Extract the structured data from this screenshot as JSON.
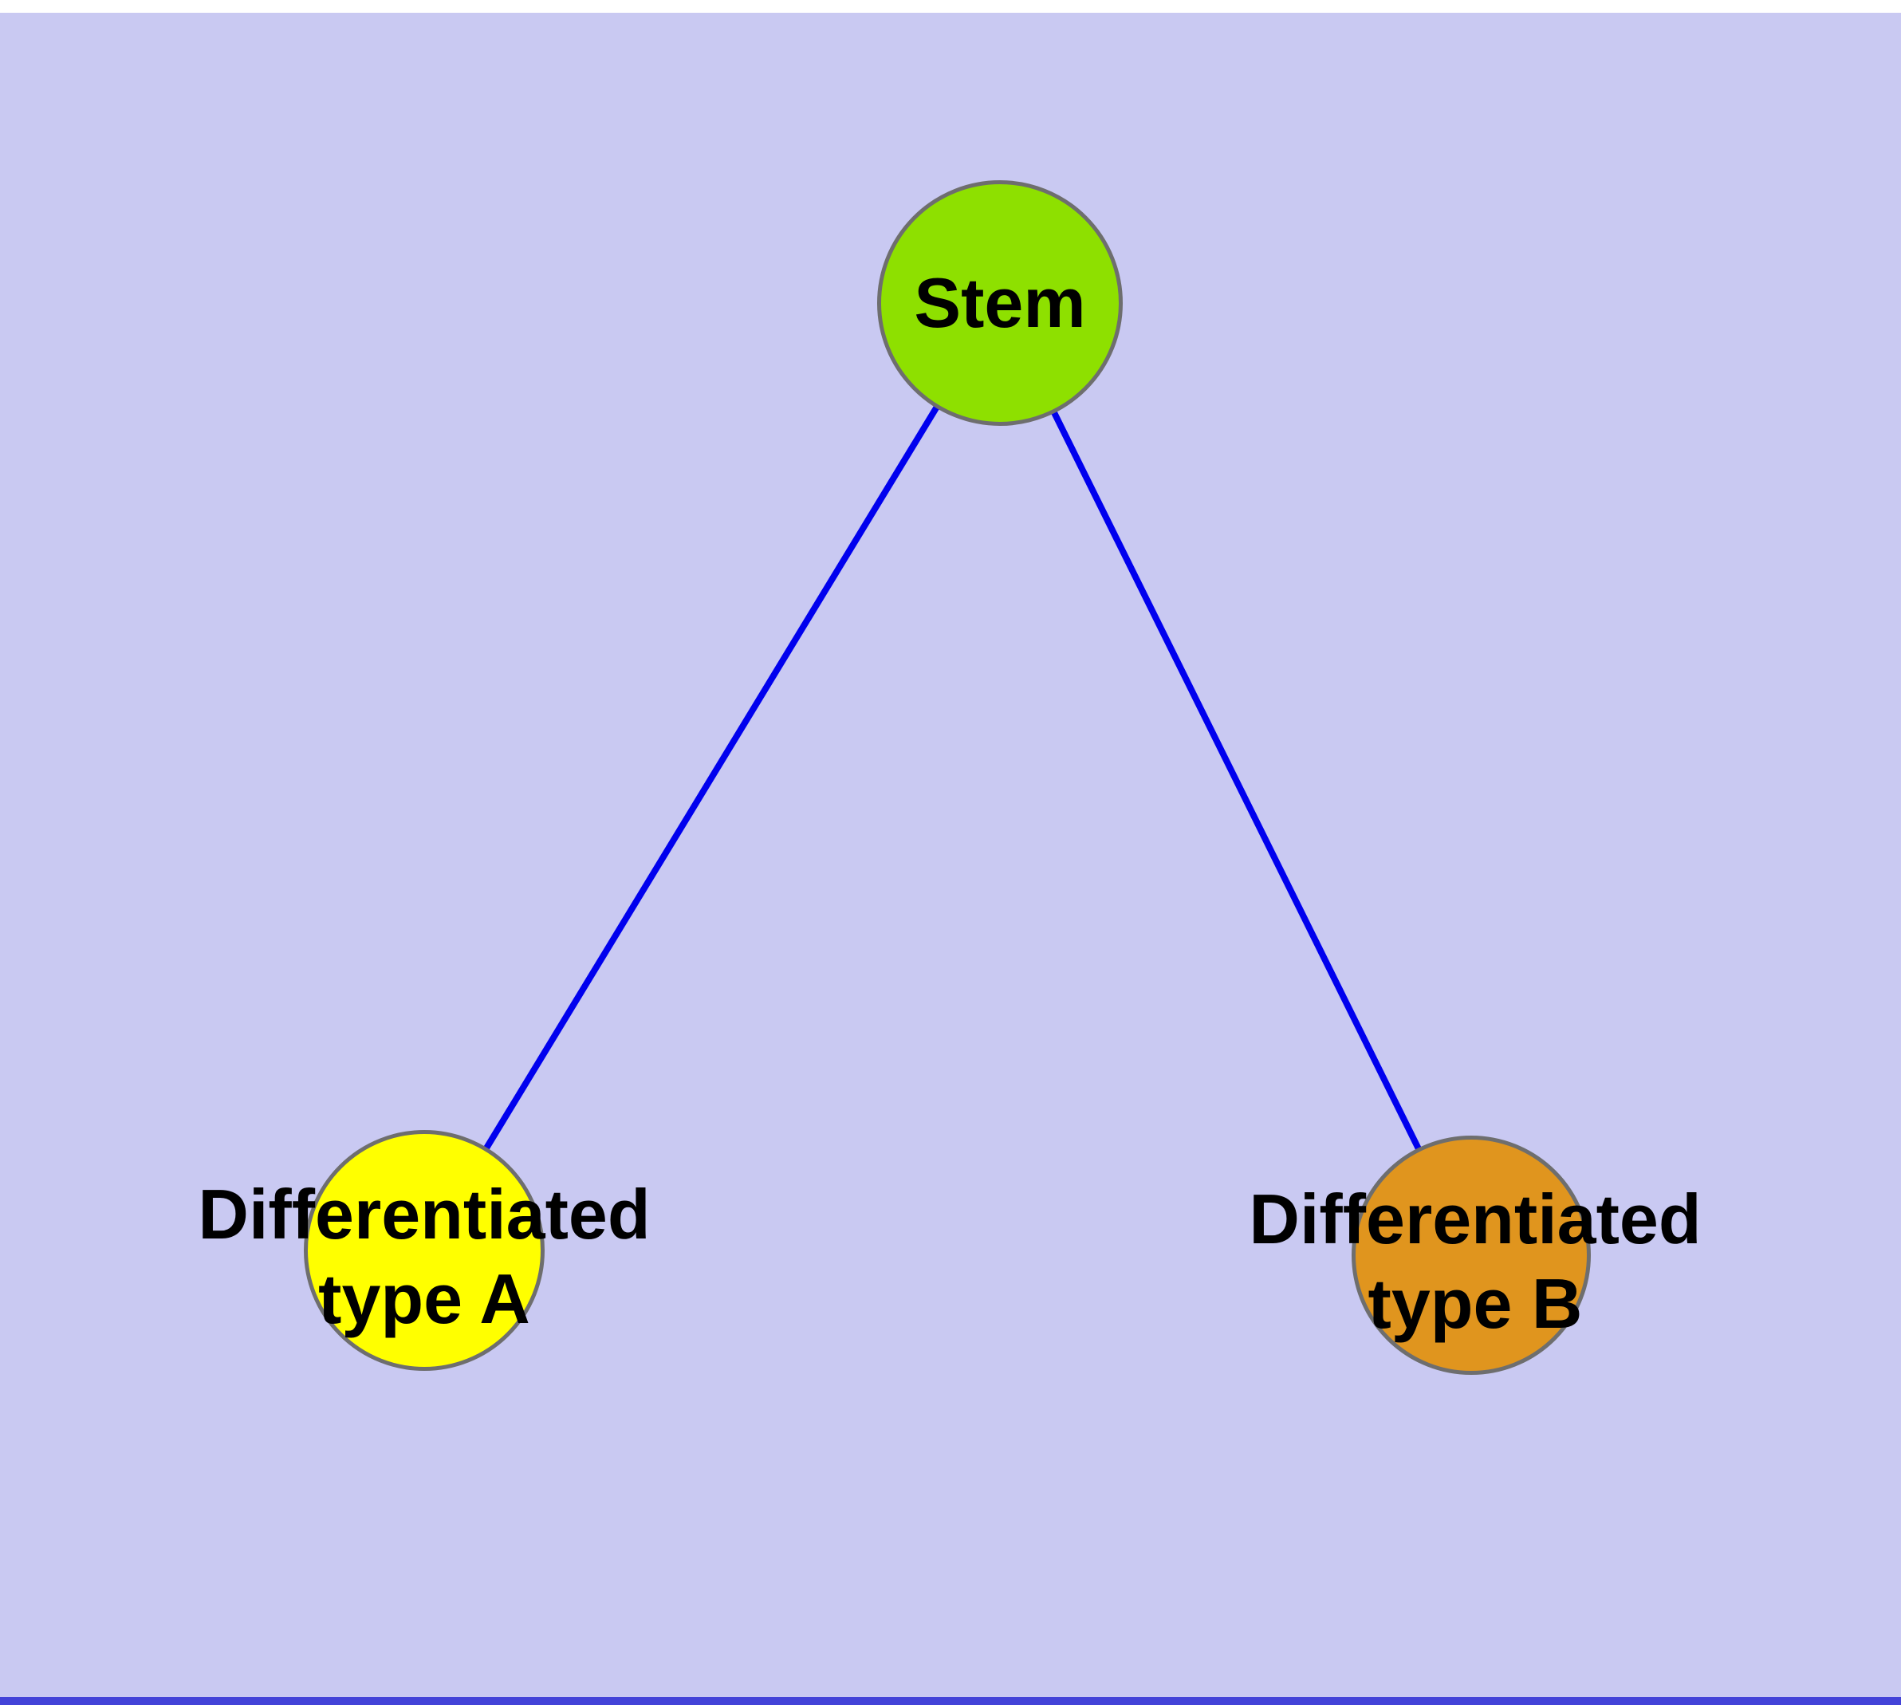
{
  "diagram": {
    "type": "node-link",
    "background_color": "#c9c9f2",
    "edge_color": "#0000ee",
    "node_border_color": "#6e6e6e",
    "nodes": [
      {
        "id": "stem",
        "label": "Stem",
        "fill": "#8ee000"
      },
      {
        "id": "differentiated-type-a",
        "label": "Differentiated type A",
        "label_line1": "Differentiated",
        "label_line2": "type A",
        "fill": "#ffff00"
      },
      {
        "id": "differentiated-type-b",
        "label": "Differentiated type B",
        "label_line1": "Differentiated",
        "label_line2": "type B",
        "fill": "#e0951e"
      }
    ],
    "edges": [
      {
        "from": "Stem",
        "to": "Differentiated type A"
      },
      {
        "from": "Stem",
        "to": "Differentiated type B"
      }
    ],
    "labels": {
      "diff_a_text": "Differentiated\ntype A",
      "diff_b_text": "Differentiated\ntype B"
    }
  }
}
